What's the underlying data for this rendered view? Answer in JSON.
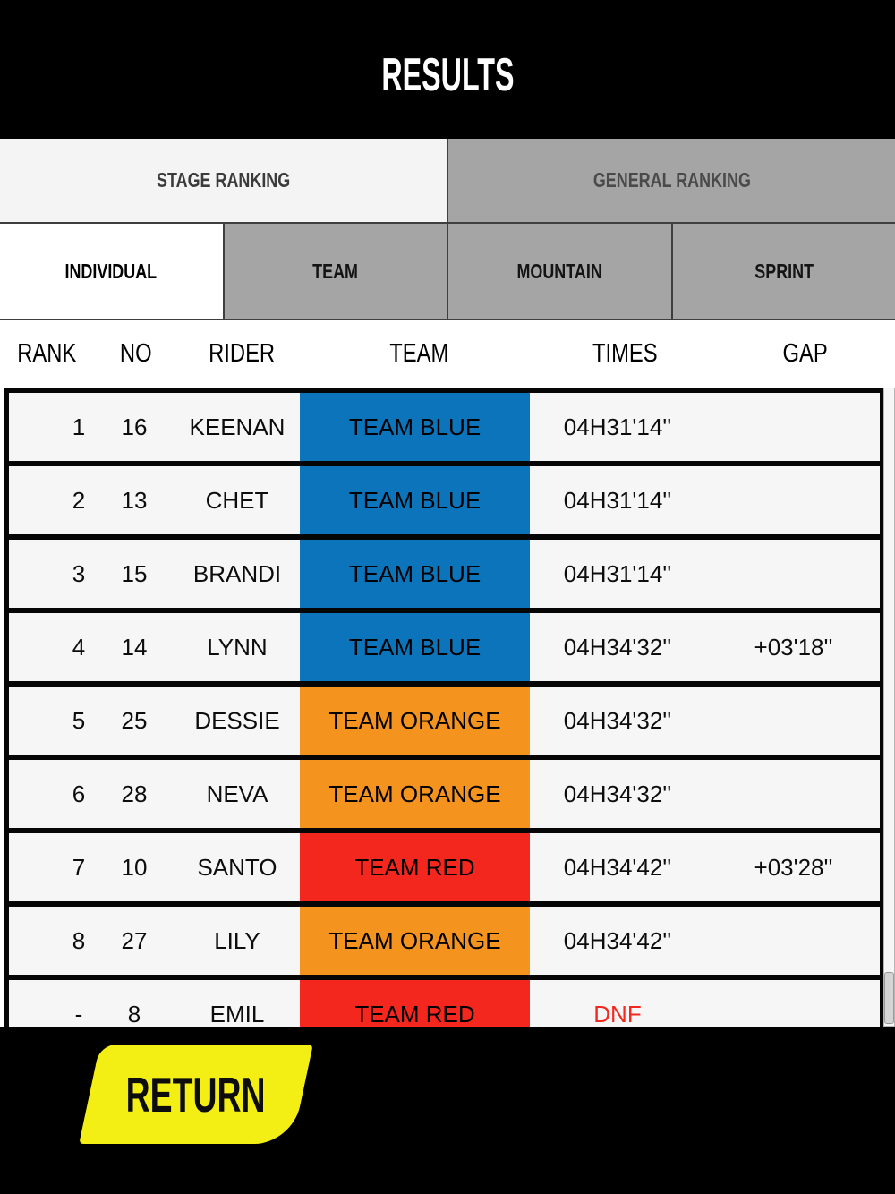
{
  "title": "RESULTS",
  "tabs": {
    "main": [
      {
        "label": "STAGE RANKING",
        "active": true
      },
      {
        "label": "GENERAL RANKING",
        "active": false
      }
    ],
    "sub": [
      {
        "label": "INDIVIDUAL",
        "active": true
      },
      {
        "label": "TEAM",
        "active": false
      },
      {
        "label": "MOUNTAIN",
        "active": false
      },
      {
        "label": "SPRINT",
        "active": false
      }
    ]
  },
  "table": {
    "columns": [
      "RANK",
      "NO",
      "RIDER",
      "TEAM",
      "TIMES",
      "GAP"
    ],
    "rows": [
      {
        "rank": "1",
        "no": "16",
        "rider": "KEENAN",
        "team": "TEAM BLUE",
        "team_color": "#0c74ba",
        "times": "04H31'14''",
        "gap": ""
      },
      {
        "rank": "2",
        "no": "13",
        "rider": "CHET",
        "team": "TEAM BLUE",
        "team_color": "#0c74ba",
        "times": "04H31'14''",
        "gap": ""
      },
      {
        "rank": "3",
        "no": "15",
        "rider": "BRANDI",
        "team": "TEAM BLUE",
        "team_color": "#0c74ba",
        "times": "04H31'14''",
        "gap": ""
      },
      {
        "rank": "4",
        "no": "14",
        "rider": "LYNN",
        "team": "TEAM BLUE",
        "team_color": "#0c74ba",
        "times": "04H34'32''",
        "gap": "+03'18''"
      },
      {
        "rank": "5",
        "no": "25",
        "rider": "DESSIE",
        "team": "TEAM ORANGE",
        "team_color": "#f4941e",
        "times": "04H34'32''",
        "gap": ""
      },
      {
        "rank": "6",
        "no": "28",
        "rider": "NEVA",
        "team": "TEAM ORANGE",
        "team_color": "#f4941e",
        "times": "04H34'32''",
        "gap": ""
      },
      {
        "rank": "7",
        "no": "10",
        "rider": "SANTO",
        "team": "TEAM RED",
        "team_color": "#f3271d",
        "times": "04H34'42''",
        "gap": "+03'28''"
      },
      {
        "rank": "8",
        "no": "27",
        "rider": "LILY",
        "team": "TEAM ORANGE",
        "team_color": "#f4941e",
        "times": "04H34'42''",
        "gap": ""
      },
      {
        "rank": "-",
        "no": "8",
        "rider": "EMIL",
        "team": "TEAM RED",
        "team_color": "#f3271d",
        "times": "DNF",
        "times_color": "#f3271d",
        "gap": ""
      }
    ]
  },
  "footer": {
    "return_label": "RETURN"
  },
  "colors": {
    "team_blue": "#0c74ba",
    "team_orange": "#f4941e",
    "team_red": "#f3271d",
    "dnf_red": "#f3271d",
    "accent_yellow": "#f3ee13",
    "tab_inactive_gray": "#a5a5a5",
    "row_background": "#f6f6f6"
  }
}
